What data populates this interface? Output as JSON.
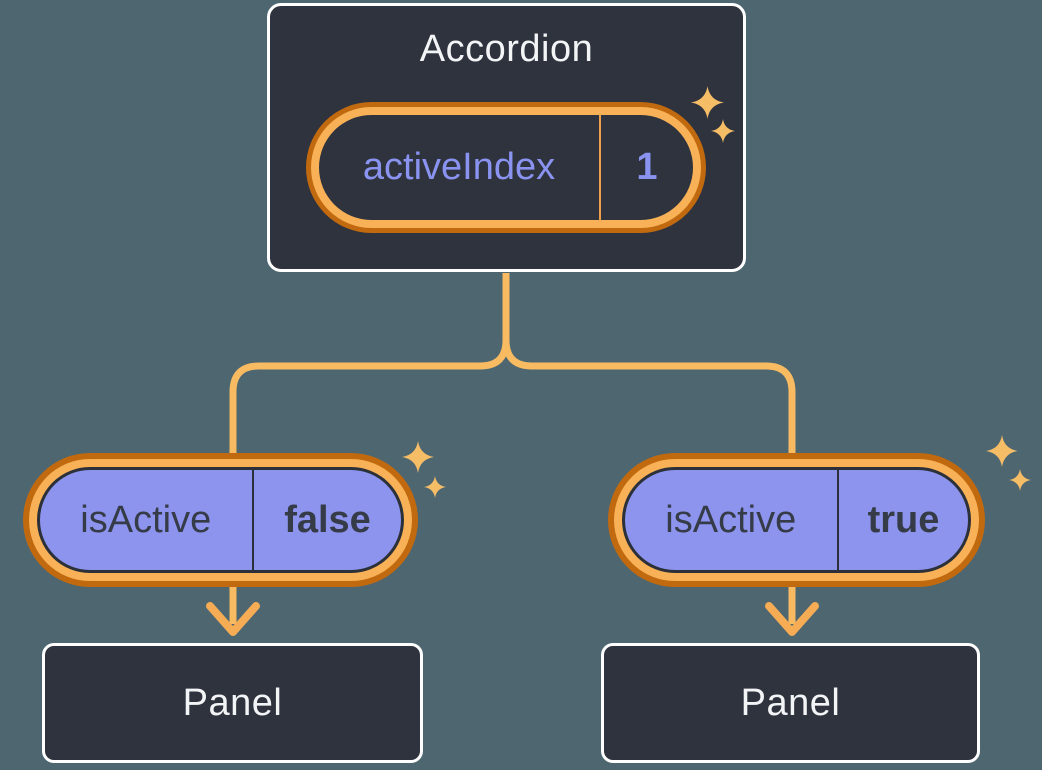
{
  "canvas": {
    "background": "#4d6670"
  },
  "colors": {
    "bg": "#4d6670",
    "box_fill": "#2e333e",
    "box_border": "#ffffff",
    "text_light": "#f3f4f6",
    "purple_fill": "#8d94ee",
    "purple_text": "#8a93f0",
    "navy_text": "#353b47",
    "navy_line": "#2c3039",
    "ring_outer": "#c1690f",
    "ring_inner": "#f8b156",
    "connector": "#f9bb62",
    "arrow": "#f5ac55",
    "sparkle": "#f6bd67",
    "divider_orange": "#f0a04b"
  },
  "root": {
    "title": "Accordion",
    "state": {
      "name": "activeIndex",
      "value": "1"
    }
  },
  "children": [
    {
      "prop": {
        "name": "isActive",
        "value": "false"
      },
      "panel": {
        "title": "Panel"
      }
    },
    {
      "prop": {
        "name": "isActive",
        "value": "true"
      },
      "panel": {
        "title": "Panel"
      }
    }
  ],
  "icons": {
    "sparkle": "sparkle-icon"
  }
}
